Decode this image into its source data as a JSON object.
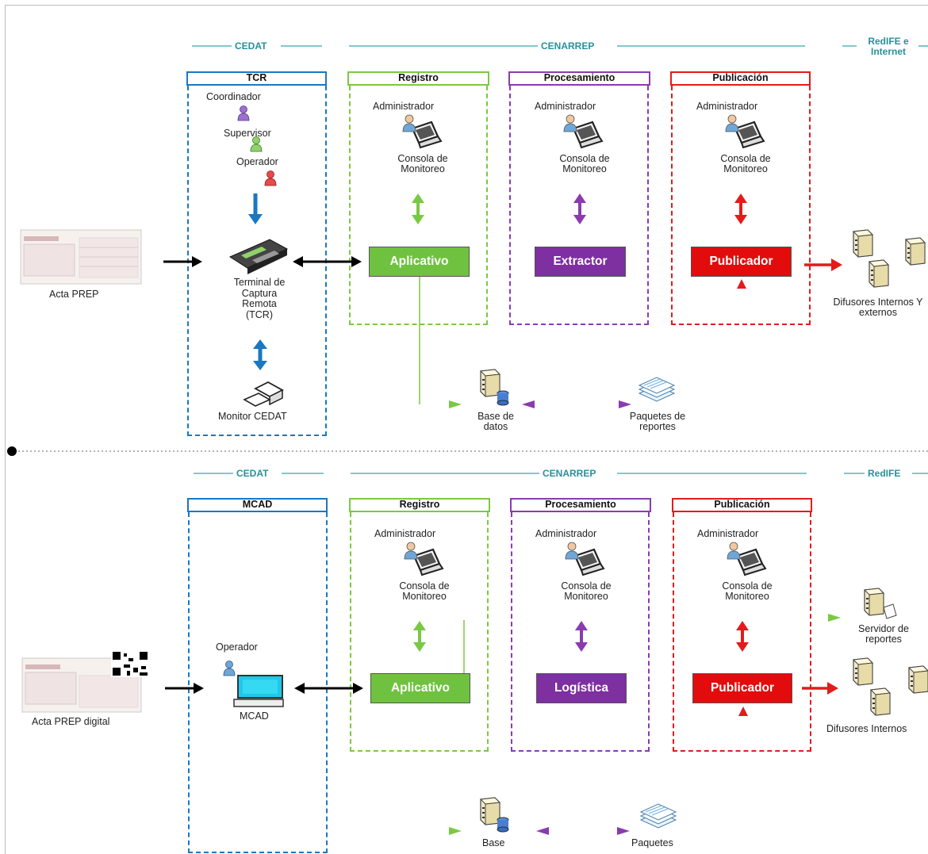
{
  "diagram1": {
    "sections": {
      "cedat": "CEDAT",
      "cenarrep": "CENARREP",
      "redife": "RedIFE e Internet"
    },
    "columns": {
      "tcr": "TCR",
      "registro": "Registro",
      "procesamiento": "Procesamiento",
      "publicacion": "Publicación"
    },
    "roles": {
      "coordinador": "Coordinador",
      "supervisor": "Supervisor",
      "operador": "Operador"
    },
    "terminal": "Terminal de Captura Remota (TCR)",
    "monitor": "Monitor CEDAT",
    "acta": "Acta PREP",
    "admin": "Administrador",
    "console": "Consola de Monitoreo",
    "apps": {
      "aplicativo": "Aplicativo",
      "extractor": "Extractor",
      "publicador": "Publicador"
    },
    "db": "Base de datos",
    "paquetes": "Paquetes de reportes",
    "difusores": "Difusores Internos Y externos"
  },
  "diagram2": {
    "sections": {
      "cedat": "CEDAT",
      "cenarrep": "CENARREP",
      "redife": "RedIFE"
    },
    "columns": {
      "mcad": "MCAD",
      "registro": "Registro",
      "procesamiento": "Procesamiento",
      "publicacion": "Publicación"
    },
    "operador": "Operador",
    "mcad": "MCAD",
    "acta": "Acta PREP digital",
    "admin": "Administrador",
    "console": "Consola de Monitoreo",
    "apps": {
      "aplicativo": "Aplicativo",
      "logistica": "Logística",
      "publicador": "Publicador"
    },
    "servidor": "Servidor de reportes",
    "difusores": "Difusores Internos",
    "db": "Base",
    "paquetes": "Paquetes"
  },
  "colors": {
    "cedat": "#1a78c2",
    "registro": "#7ac943",
    "procesamiento": "#8a3bb0",
    "publicacion": "#e41b1b",
    "section": "#2a8f9c"
  },
  "icons": [
    "person-icon",
    "laptop-icon",
    "payment-terminal-icon",
    "computer-icon",
    "server-icon",
    "database-icon",
    "documents-icon",
    "document-icon",
    "qr-code-icon"
  ]
}
